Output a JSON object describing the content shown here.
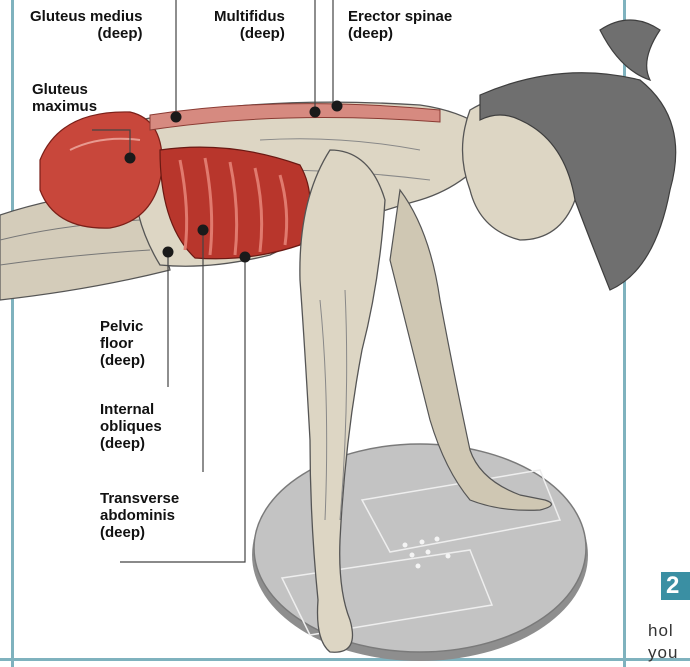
{
  "colors": {
    "frame": "#7fb2be",
    "accent": "#3a8fa3",
    "leader": "#444444",
    "muscle_red": "#b8362c",
    "skin": "#ddd6c4",
    "hair": "#6f6f6f",
    "board": "#b4b4b4"
  },
  "labels": {
    "gluteus_medius": [
      "Gluteus medius",
      "(deep)"
    ],
    "multifidus": [
      "Multifidus",
      "(deep)"
    ],
    "erector_spinae": [
      "Erector spinae",
      "(deep)"
    ],
    "gluteus_maximus": [
      "Gluteus",
      "maximus"
    ],
    "pelvic_floor": [
      "Pelvic",
      "floor",
      "(deep)"
    ],
    "internal_obliques": [
      "Internal",
      "obliques",
      "(deep)"
    ],
    "transverse_abdominis": [
      "Transverse",
      "abdominis",
      "(deep)"
    ]
  },
  "step_number": "2",
  "body_text": [
    "hol",
    "you"
  ]
}
